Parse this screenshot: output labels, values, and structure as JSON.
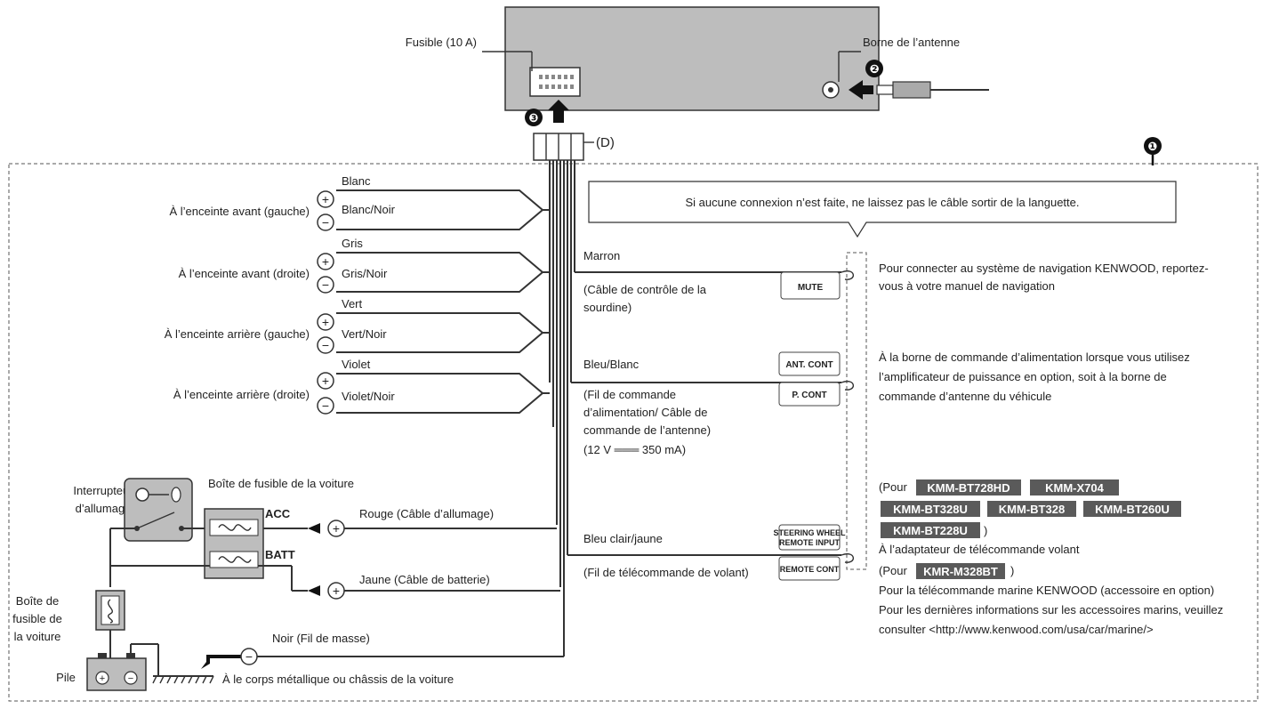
{
  "labels": {
    "fuse": "Fusible (10 A)",
    "antenna_terminal": "Borne de l’antenne",
    "connector_d": "(D)",
    "callout_note": "Si aucune connexion n’est faite, ne laissez pas le câble sortir de la languette.",
    "step_1": "❶",
    "step_2": "❷",
    "step_3": "❸"
  },
  "speakers": [
    {
      "target": "À l’enceinte avant (gauche)",
      "plus": "Blanc",
      "minus": "Blanc/Noir"
    },
    {
      "target": "À l’enceinte avant (droite)",
      "plus": "Gris",
      "minus": "Gris/Noir"
    },
    {
      "target": "À l’enceinte arrière (gauche)",
      "plus": "Vert",
      "minus": "Vert/Noir"
    },
    {
      "target": "À l’enceinte arrière (droite)",
      "plus": "Violet",
      "minus": "Violet/Noir"
    }
  ],
  "right_wires": {
    "mute": {
      "color": "Marron",
      "desc_1": "(Câble de contrôle de la",
      "desc_2": "sourdine)",
      "badge": "MUTE",
      "note_1": "Pour connecter au système de navigation KENWOOD, reportez-",
      "note_2": "vous à votre manuel de navigation"
    },
    "pcont": {
      "color": "Bleu/Blanc",
      "desc_1": "(Fil de commande",
      "desc_2": "d’alimentation/ Câble de",
      "desc_3": "commande de l’antenne)",
      "desc_4": "(12 V ═══ 350 mA)",
      "badge_1": "ANT. CONT",
      "badge_2": "P. CONT",
      "note_1": "À la borne de commande d’alimentation lorsque vous utilisez",
      "note_2": "l’amplificateur de puissance en option, soit à la borne de",
      "note_3": "commande d’antenne du véhicule"
    },
    "steering": {
      "color": "Bleu clair/jaune",
      "desc": "(Fil de télécommande de volant)",
      "badge_1a": "STEERING WHEEL",
      "badge_1b": "REMOTE INPUT",
      "badge_2": "REMOTE CONT",
      "pour_1": "(Pour",
      "models_1": [
        "KMM-BT728HD",
        "KMM-X704"
      ],
      "models_2": [
        "KMM-BT328U",
        "KMM-BT328",
        "KMM-BT260U"
      ],
      "models_3": [
        "KMM-BT228U"
      ],
      "adapter": "À l’adaptateur de télécommande volant",
      "pour_2": "(Pour",
      "model_marine": "KMR-M328BT",
      "close_paren": ")",
      "marine_1": "Pour la télécommande marine KENWOOD (accessoire en option)",
      "marine_2": "Pour les dernières informations sur les accessoires marins, veuillez",
      "marine_3": "consulter <http://www.kenwood.com/usa/car/marine/>"
    }
  },
  "power": {
    "ignition_1": "Interrupteur",
    "ignition_2": "d’allumage",
    "car_fuse_box": "Boîte de fusible de la voiture",
    "acc": "ACC",
    "batt": "BATT",
    "red": "Rouge (Câble d’allumage)",
    "yellow": "Jaune (Câble de batterie)",
    "fuse_box_1": "Boîte de",
    "fuse_box_2": "fusible de",
    "fuse_box_3": "la voiture",
    "battery": "Pile",
    "black": "Noir (Fil de masse)",
    "ground": "À le corps métallique ou châssis de la voiture"
  },
  "symbols": {
    "plus": "+",
    "minus": "−"
  }
}
